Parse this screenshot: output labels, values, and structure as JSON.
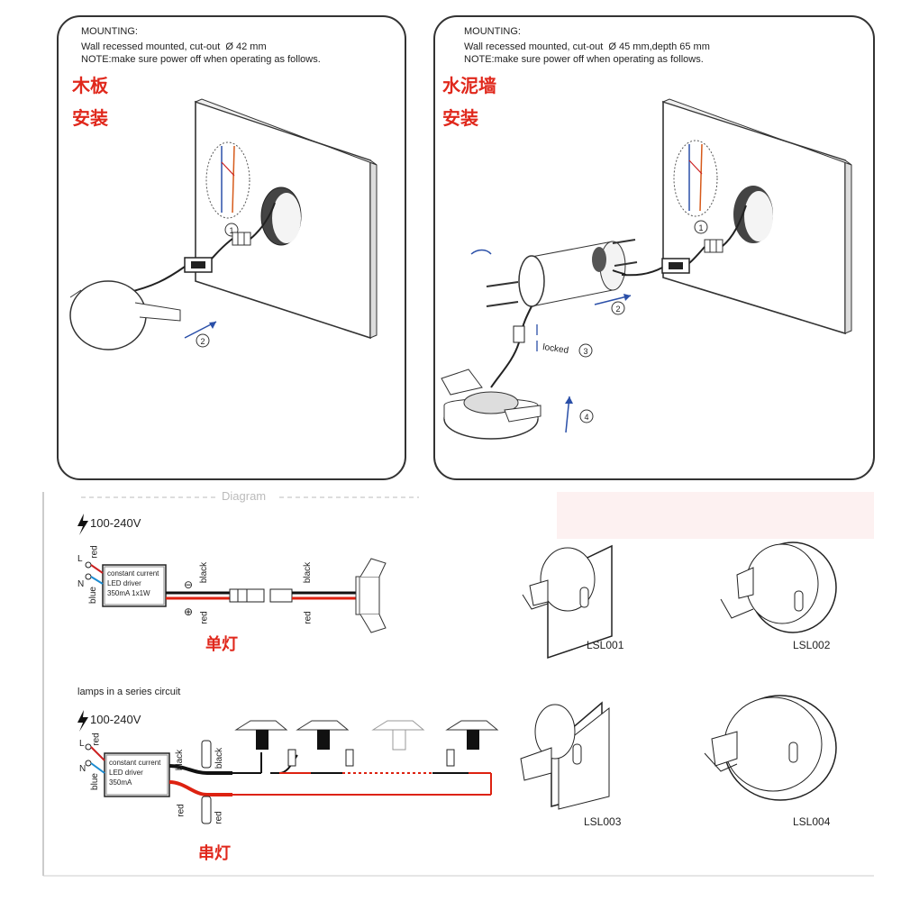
{
  "panel_left": {
    "heading": "MOUNTING:",
    "line1": "Wall recessed mounted, cut-out  Ø 42 mm",
    "line2": "NOTE:make sure power off when operating as follows.",
    "cn_title": "木板",
    "cn_sub": "安装",
    "step1": "1",
    "step2": "2"
  },
  "panel_right": {
    "heading": "MOUNTING:",
    "line1": "Wall recessed mounted, cut-out  Ø 45 mm,depth 65 mm",
    "line2": "NOTE:make sure power off when operating as follows.",
    "cn_title": "水泥墙",
    "cn_sub": "安装",
    "step1": "1",
    "step2": "2",
    "step3": "3",
    "step4": "4",
    "locked": "locked"
  },
  "diagram": {
    "section_title": "Diagram",
    "single": {
      "voltage": "100-240V",
      "l": "L",
      "n": "N",
      "red": "red",
      "blue": "blue",
      "driver_line1": "constant current",
      "driver_line2": "LED driver",
      "driver_line3": "350mA 1x1W",
      "minus": "⊖",
      "plus": "⊕",
      "black": "black",
      "caption_cn": "单灯"
    },
    "series": {
      "title": "lamps in a series circuit",
      "voltage": "100-240V",
      "l": "L",
      "n": "N",
      "red": "red",
      "blue": "blue",
      "driver_line1": "constant current",
      "driver_line2": "LED driver",
      "driver_line3": "350mA",
      "black": "black",
      "caption_cn": "串灯"
    }
  },
  "models": [
    "LSL001",
    "LSL002",
    "LSL003",
    "LSL004"
  ]
}
